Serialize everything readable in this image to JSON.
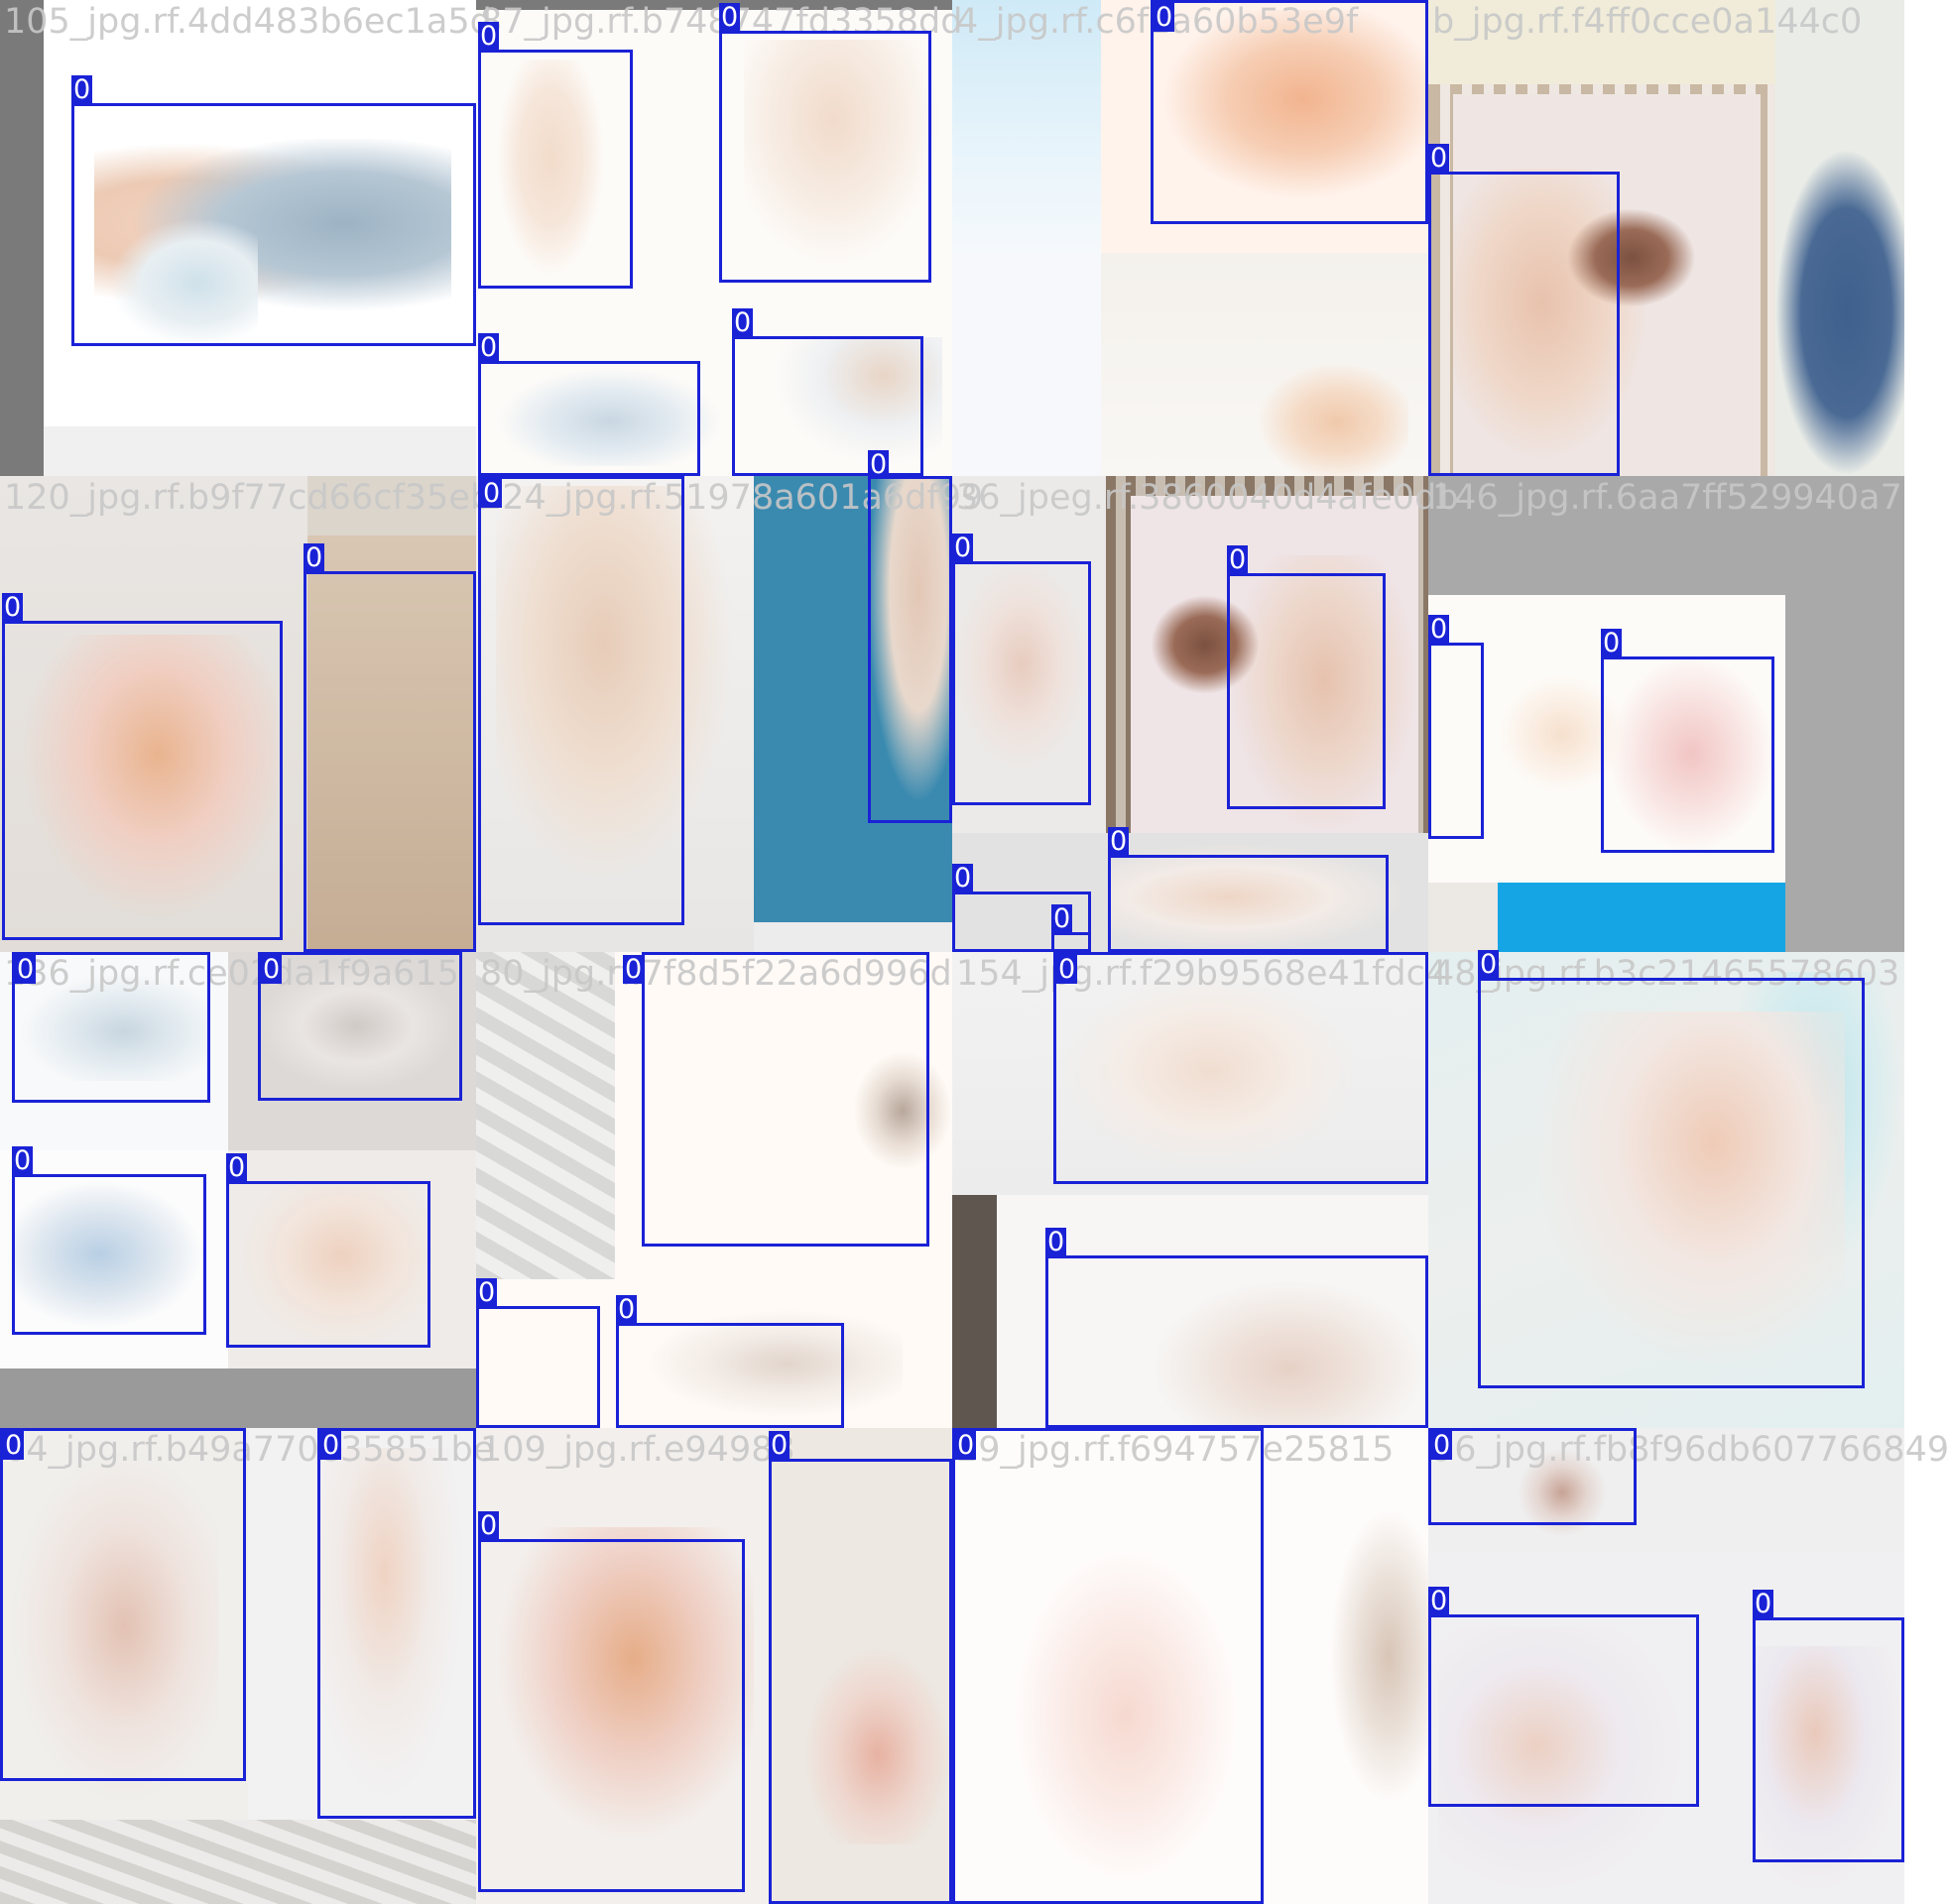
{
  "mosaic": {
    "box_color": "#1a22d6",
    "tiles": [
      {
        "caption": "105_jpg.rf.4dd483b6ec1a5d",
        "boxes": [
          "0"
        ]
      },
      {
        "caption": "87_jpg.rf.b748747fd3358dd",
        "boxes": [
          "0",
          "0",
          "0",
          "0"
        ]
      },
      {
        "caption": "4_jpg.rf.c6f1a60b53e9f",
        "boxes": [
          "0"
        ]
      },
      {
        "caption": "b_jpg.rf.f4ff0cce0a144c0",
        "boxes": [
          "0"
        ]
      },
      {
        "caption": "120_jpg.rf.b9f77cd66cf35eb",
        "boxes": [
          "0",
          "0"
        ]
      },
      {
        "caption": "124_jpg.rf.51978a601a6df99",
        "boxes": [
          "0",
          "0"
        ]
      },
      {
        "caption": "36_jpeg.rf.3860040d4afe0db",
        "boxes": [
          "0",
          "0",
          "0",
          "0",
          "0"
        ]
      },
      {
        "caption": "146_jpg.rf.6aa7ff529940a7",
        "boxes": [
          "0",
          "0"
        ]
      },
      {
        "caption": "136_jpg.rf.ce02da1f9a615",
        "boxes": [
          "0",
          "0",
          "0",
          "0"
        ]
      },
      {
        "caption": "80_jpg.rf.7f8d5f22a6d996d",
        "boxes": [
          "0",
          "0",
          "0"
        ]
      },
      {
        "caption": "154_jpg.rf.f29b9568e41fdc4",
        "boxes": [
          "0",
          "0"
        ]
      },
      {
        "caption": "48_jpg.rf.b3c21465578603",
        "boxes": [
          "0"
        ]
      },
      {
        "caption": "64_jpg.rf.b49a770e35851be",
        "boxes": [
          "0",
          "0"
        ]
      },
      {
        "caption": "109_jpg.rf.e94983",
        "boxes": [
          "0",
          "0"
        ]
      },
      {
        "caption": "29_jpg.rf.f694757e25815",
        "boxes": [
          "0"
        ]
      },
      {
        "caption": "96_jpg.rf.fb8f96db607766849",
        "boxes": [
          "0",
          "0",
          "0"
        ]
      }
    ]
  }
}
